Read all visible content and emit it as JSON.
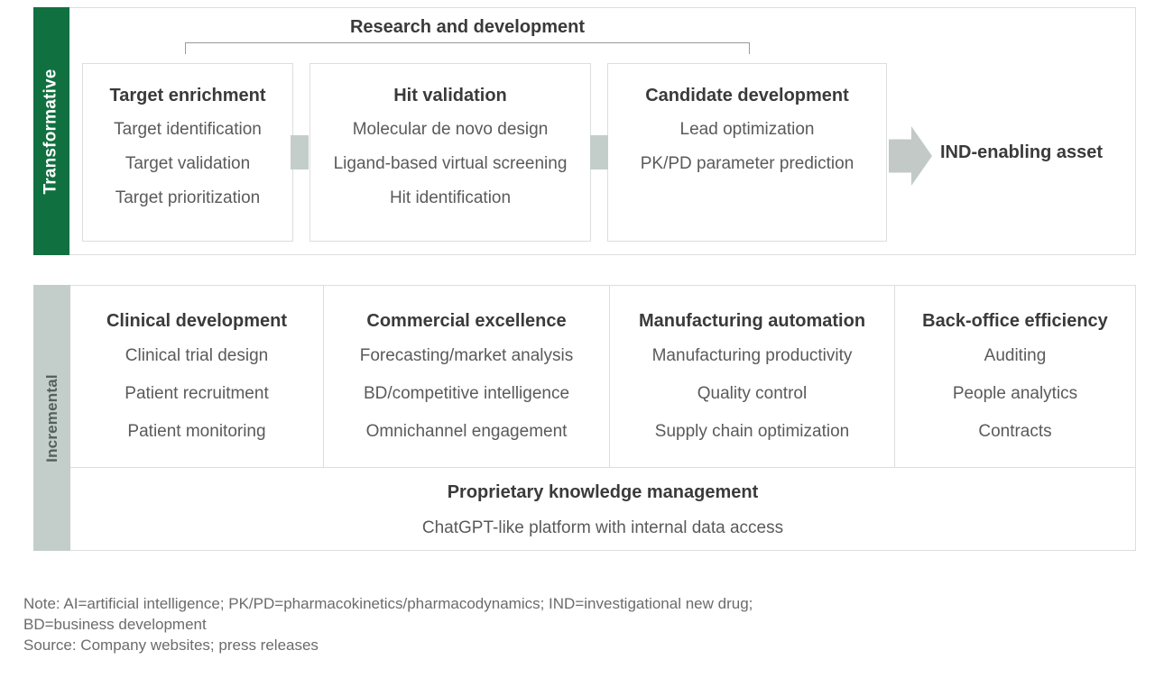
{
  "transformative": {
    "sidebar_label": "Transformative",
    "group_title": "Research and development",
    "stages": [
      {
        "title": "Target enrichment",
        "items": [
          "Target identification",
          "Target validation",
          "Target prioritization"
        ]
      },
      {
        "title": "Hit validation",
        "items": [
          "Molecular de novo design",
          "Ligand-based virtual screening",
          "Hit identification"
        ]
      },
      {
        "title": "Candidate development",
        "items": [
          "Lead optimization",
          "PK/PD parameter prediction"
        ]
      }
    ],
    "outcome_label": "IND-enabling asset",
    "arrow_icon": "right-arrow-icon",
    "connector_icon": "connector-block-icon"
  },
  "incremental": {
    "sidebar_label": "Incremental",
    "columns": [
      {
        "title": "Clinical development",
        "items": [
          "Clinical trial design",
          "Patient recruitment",
          "Patient monitoring"
        ]
      },
      {
        "title": "Commercial excellence",
        "items": [
          "Forecasting/market analysis",
          "BD/competitive intelligence",
          "Omnichannel engagement"
        ]
      },
      {
        "title": "Manufacturing automation",
        "items": [
          "Manufacturing productivity",
          "Quality control",
          "Supply chain optimization"
        ]
      },
      {
        "title": "Back-office efficiency",
        "items": [
          "Auditing",
          "People analytics",
          "Contracts"
        ]
      }
    ],
    "knowledge": {
      "title": "Proprietary knowledge management",
      "subtitle": "ChatGPT-like platform with internal data access"
    }
  },
  "footnotes": {
    "note_line1": "Note: AI=artificial intelligence; PK/PD=pharmacokinetics/pharmacodynamics; IND=investigational new drug;",
    "note_line2": "BD=business development",
    "source": "Source: Company websites; press releases"
  },
  "colors": {
    "transformative_bar": "#107040",
    "incremental_bar": "#c3cecb",
    "connector": "#c3cecb",
    "arrow": "#c3c9c7",
    "border": "#dcdedd",
    "title_text": "#3a3a3a",
    "item_text": "#5a5a5a",
    "footnote_text": "#6b6b6b"
  }
}
